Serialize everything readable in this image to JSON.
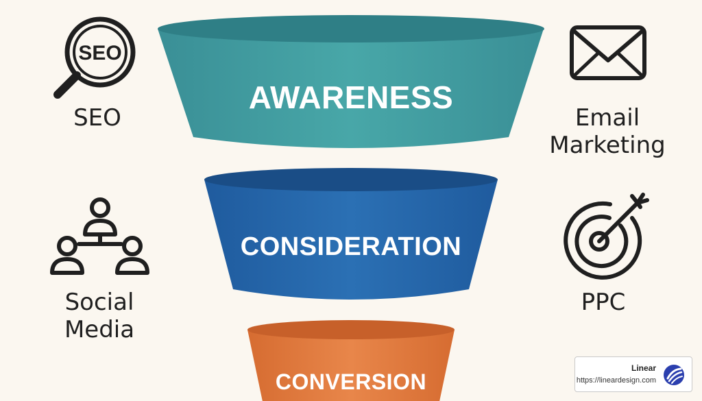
{
  "funnel": {
    "stages": [
      {
        "label": "AWARENESS",
        "color": "#3f9d9d"
      },
      {
        "label": "CONSIDERATION",
        "color": "#2466a8"
      },
      {
        "label": "CONVERSION",
        "color": "#e07a3b"
      }
    ]
  },
  "channels": {
    "seo": {
      "icon": "seo-magnifier-icon",
      "label": "SEO",
      "icon_text": "SEO"
    },
    "email": {
      "icon": "envelope-icon",
      "label_line1": "Email",
      "label_line2": "Marketing"
    },
    "social": {
      "icon": "social-network-icon",
      "label_line1": "Social",
      "label_line2": "Media"
    },
    "ppc": {
      "icon": "target-arrow-icon",
      "label": "PPC"
    }
  },
  "badge": {
    "name": "Linear",
    "url": "https://lineardesign.com",
    "logo_icon": "linear-logo-icon",
    "logo_color": "#2b3fae"
  },
  "colors": {
    "background": "#fbf7f0",
    "text": "#1f1f1f"
  }
}
